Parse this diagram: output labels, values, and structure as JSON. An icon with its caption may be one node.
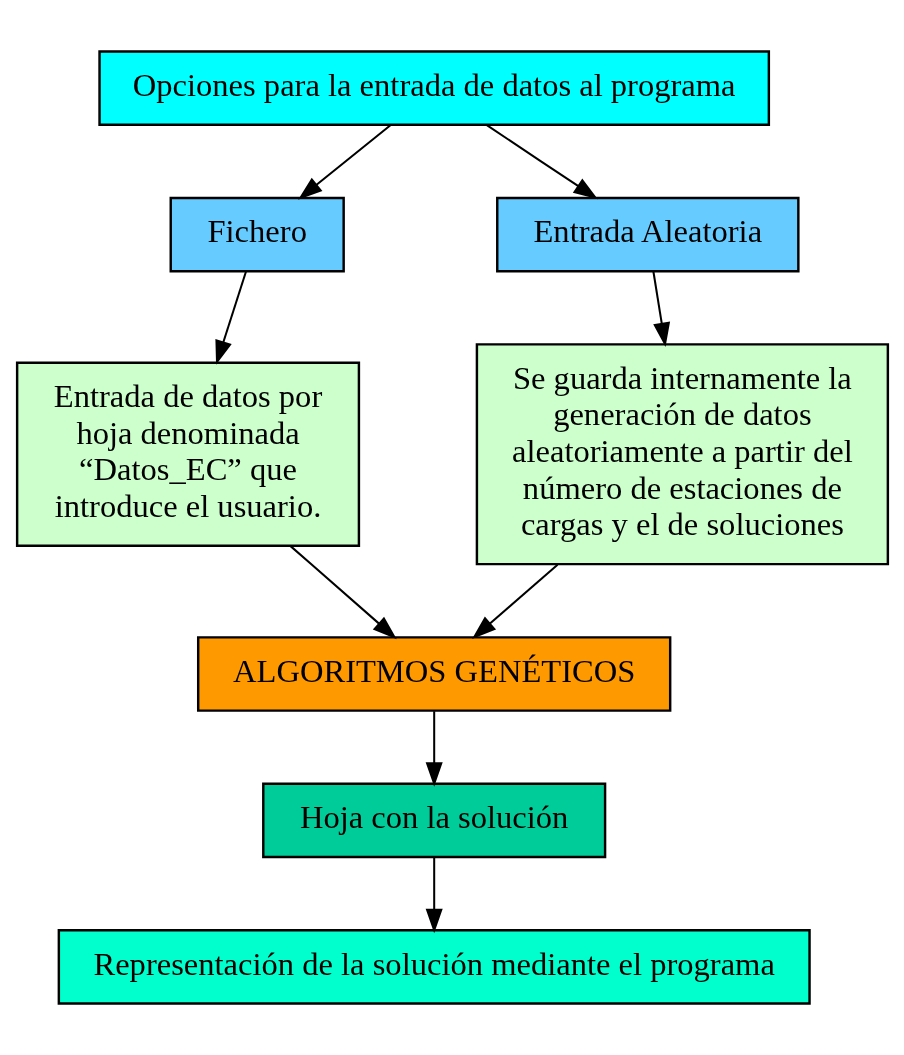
{
  "diagram": {
    "nodes": [
      {
        "text": [
          "Opciones para la entrada de datos al programa"
        ]
      },
      {
        "text": [
          "Fichero"
        ]
      },
      {
        "text": [
          "Entrada Aleatoria"
        ]
      },
      {
        "text": [
          "Entrada de datos por hoja denominada “Datos_EC” que introduce el usuario."
        ]
      },
      {
        "text": [
          "Se guarda internamente la generación de datos aleatoriamente a partir del número de estaciones de cargas y el de soluciones"
        ]
      },
      {
        "text": [
          "ALGORITMOS GENÉTICOS"
        ]
      },
      {
        "text": [
          "Hoja con la solución"
        ]
      },
      {
        "text": [
          "Representación de la solución mediante el programa"
        ]
      }
    ],
    "edges": [
      {
        "from": 0,
        "to": 1,
        "arrow": "to"
      },
      {
        "from": 0,
        "to": 2,
        "arrow": "to"
      },
      {
        "from": 1,
        "to": 3,
        "arrow": "to"
      },
      {
        "from": 2,
        "to": 4,
        "arrow": "to"
      },
      {
        "from": 3,
        "to": 5,
        "arrow": "to"
      },
      {
        "from": 4,
        "to": 5,
        "arrow": "to"
      },
      {
        "from": 5,
        "to": 6,
        "arrow": "to"
      },
      {
        "from": 6,
        "to": 7,
        "arrow": "to"
      }
    ]
  }
}
